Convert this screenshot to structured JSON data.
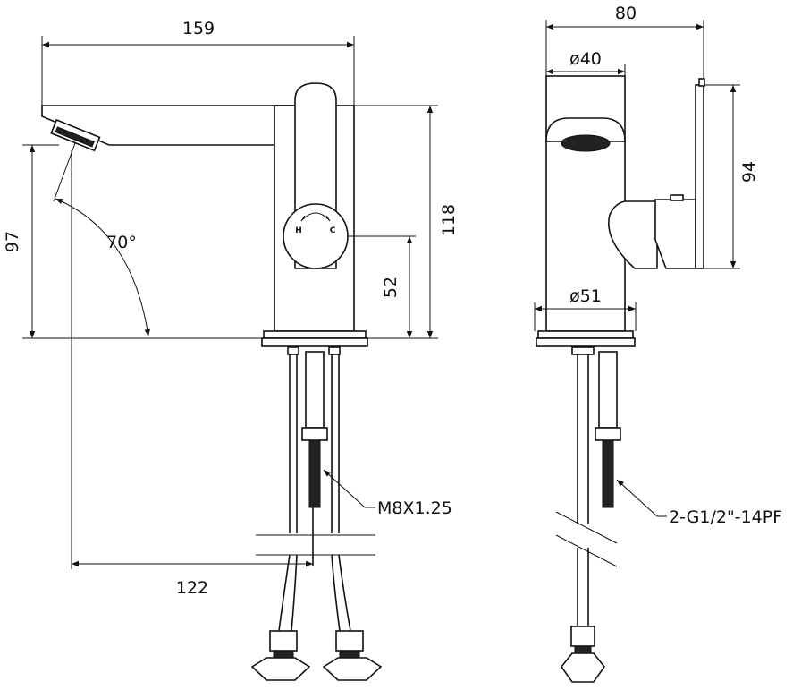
{
  "dimensions": {
    "total_length": "159",
    "total_width": "80",
    "spout_diameter": "ø40",
    "base_diameter": "ø51",
    "spout_height": "97",
    "total_height": "118",
    "handle_height": "52",
    "spout_reach": "122",
    "plate_height": "94",
    "angle": "70°"
  },
  "callouts": {
    "stud_thread": "M8X1.25",
    "hose_thread": "2-G1/2\"-14PF"
  },
  "handle_marks": {
    "hot": "H",
    "cold": "C"
  }
}
